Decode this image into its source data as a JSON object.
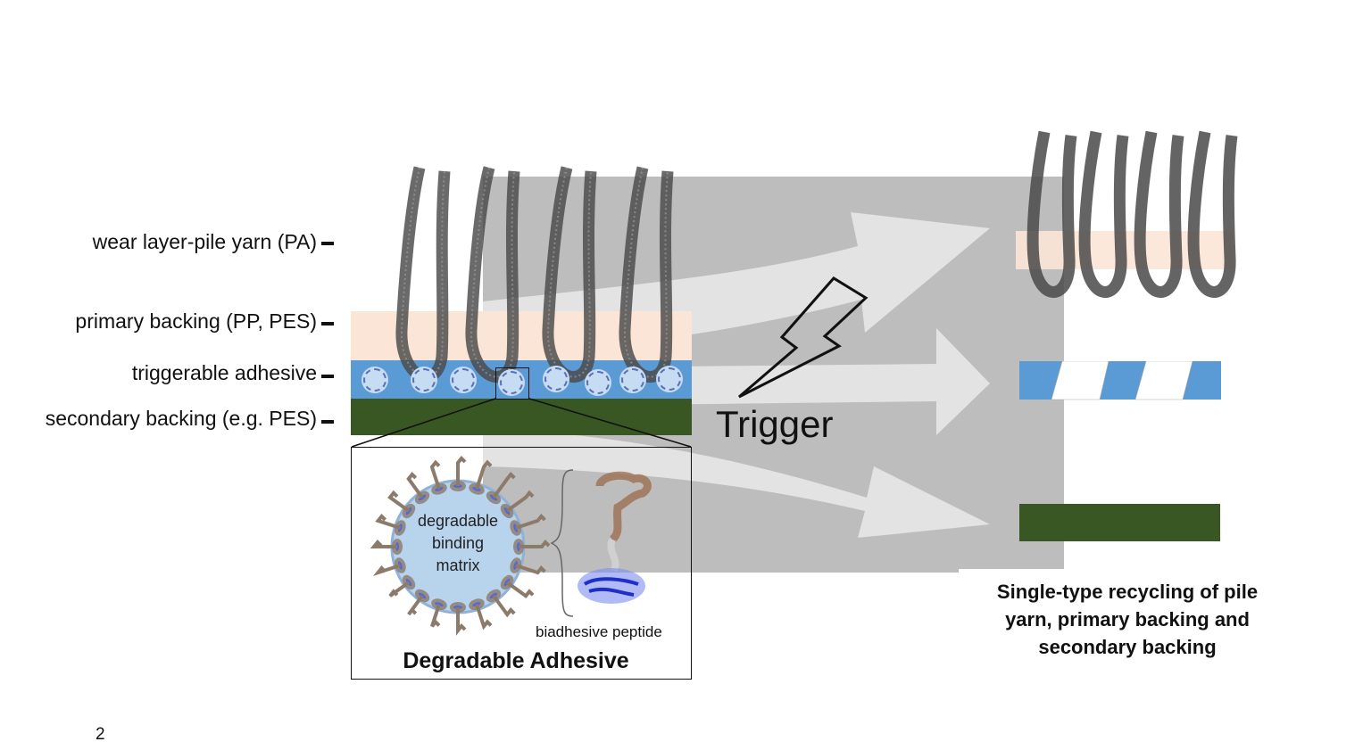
{
  "slide": {
    "page_number": "2"
  },
  "layer_labels": [
    {
      "id": "wear-layer",
      "text": "wear layer-pile yarn (PA)"
    },
    {
      "id": "primary-backing",
      "text": "primary backing (PP, PES)"
    },
    {
      "id": "triggerable-adhesive",
      "text": "triggerable adhesive"
    },
    {
      "id": "secondary-backing",
      "text": "secondary backing (e.g. PES)"
    }
  ],
  "colors": {
    "primary_backing": "#fbe5d6",
    "adhesive": "#5b9bd5",
    "secondary_backing": "#385723",
    "background_panel": "#bdbdbd",
    "arrows": "#e3e3e3",
    "pile_yarn": "#4a4a4a"
  },
  "detail_inset": {
    "title": "Degradable Adhesive",
    "matrix_label_lines": [
      "degradable",
      "binding",
      "matrix"
    ],
    "peptide_label": "biadhesive peptide"
  },
  "trigger": {
    "label": "Trigger",
    "icon": "lightning-bolt-icon"
  },
  "result": {
    "caption_lines": [
      "Single-type recycling of pile",
      "yarn, primary backing and",
      "secondary backing"
    ]
  }
}
